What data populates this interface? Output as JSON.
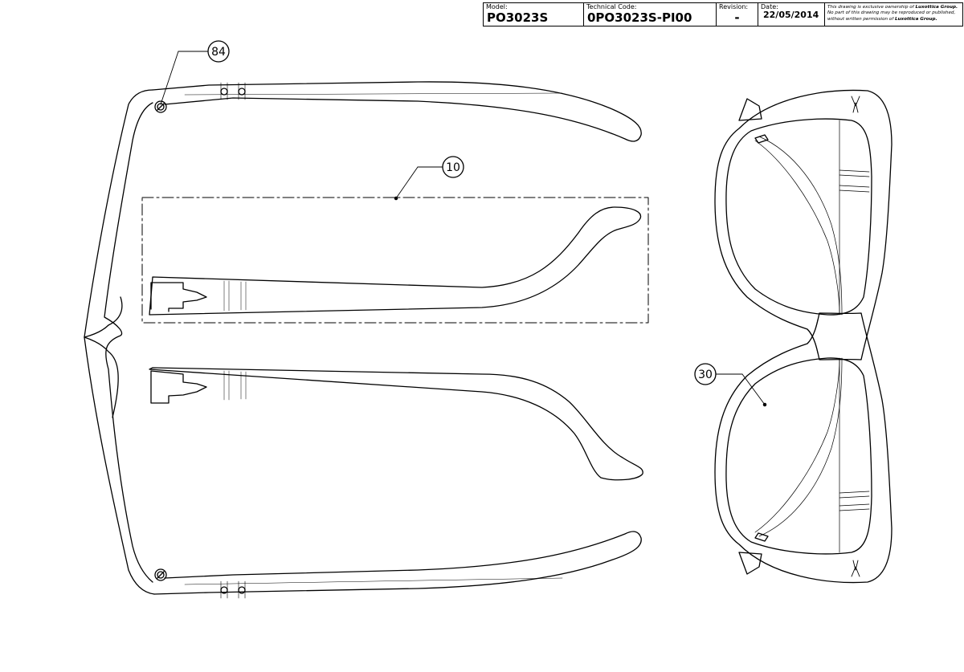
{
  "title_block": {
    "model_label": "Model:",
    "model_value": "PO3023S",
    "technical_code_label": "Technical Code:",
    "technical_code_value": "0PO3023S-PI00",
    "revision_label": "Revision:",
    "revision_value": "-",
    "date_label": "Date:",
    "date_value": "22/05/2014",
    "notice_line1": "This drawing is exclusive ownership of ",
    "notice_brand": "Luxottica Group.",
    "notice_line2": "No part of this drawing may be reproduced or published, without written permission of ",
    "notice_brand2": "Luxottica Group."
  },
  "callouts": [
    {
      "id": "screw",
      "label": "84"
    },
    {
      "id": "temple",
      "label": "10"
    },
    {
      "id": "lens",
      "label": "30"
    }
  ],
  "colors": {
    "ink": "#000000",
    "background": "#ffffff"
  }
}
